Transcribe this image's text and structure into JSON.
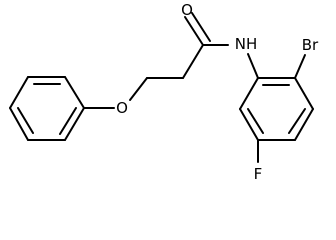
{
  "molecule": {
    "atoms": {
      "carbonyl_oxygen": "O",
      "amide_nitrogen": "NH",
      "ether_oxygen": "O",
      "bromine": "Br",
      "fluorine": "F"
    }
  }
}
